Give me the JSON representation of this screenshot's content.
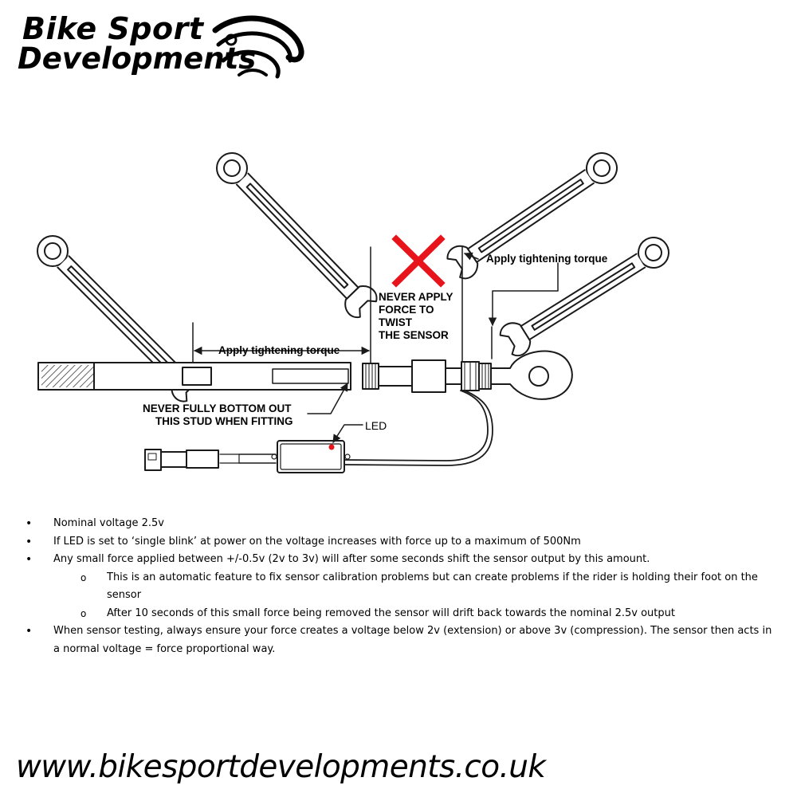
{
  "logo": {
    "line1": "Bike Sport",
    "line2": "Developments"
  },
  "diagram": {
    "label_torque_left": "Apply tightening torque",
    "label_torque_right": "Apply tightening torque",
    "warning_twist": [
      "NEVER APPLY",
      "FORCE TO",
      "TWIST",
      "THE SENSOR"
    ],
    "warning_stud": [
      "NEVER FULLY BOTTOM OUT",
      "THIS STUD WHEN FITTING"
    ],
    "led_label": "LED",
    "colors": {
      "cross": "#e8141b",
      "led": "#e8141b",
      "line": "#1a1a1a"
    }
  },
  "notes": [
    {
      "level": 1,
      "text": "Nominal voltage 2.5v"
    },
    {
      "level": 1,
      "text": "If LED is set to ‘single blink’ at power on the voltage increases with force up to a maximum of 500Nm"
    },
    {
      "level": 1,
      "text": "Any small force applied between +/-0.5v (2v to 3v) will after some seconds shift the sensor output by this amount."
    },
    {
      "level": 2,
      "text": "This is an automatic feature to fix sensor calibration problems but can create problems if the rider is holding their foot on the sensor"
    },
    {
      "level": 2,
      "text": "After 10 seconds of this small force being removed the sensor will drift back towards the nominal 2.5v output"
    },
    {
      "level": 1,
      "text": "When sensor testing, always ensure your force creates a voltage below 2v (extension) or above 3v (compression). The sensor then acts in a normal voltage = force proportional way."
    }
  ],
  "footer": {
    "website": "www.bikesportdevelopments.co.uk"
  }
}
